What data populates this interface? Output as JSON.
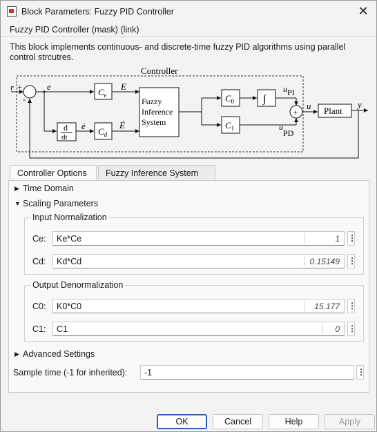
{
  "window": {
    "title": "Block Parameters: Fuzzy PID Controller",
    "close_glyph": "✕",
    "mask_title": "Fuzzy PID Controller (mask) (link)",
    "description": "This block implements continuous- and discrete-time fuzzy PID algorithms using parallel control strcutres."
  },
  "diagram": {
    "controller_label": "Controller",
    "r": "r",
    "plus": "+",
    "minus": "-",
    "e": "e",
    "e_dot": "ė",
    "E": "E",
    "E_dot": "Ė",
    "ce_main": "C",
    "ce_sub": "e",
    "cd_main": "C",
    "cd_sub": "d",
    "deriv_top": "d",
    "deriv_bottom": "dt",
    "fis_line1": "Fuzzy",
    "fis_line2": "Inference",
    "fis_line3": "System",
    "c0_main": "C",
    "c0_sub": "0",
    "c1_main": "C",
    "c1_sub": "1",
    "integral": "∫",
    "u_pi_main": "u",
    "u_pi_sub": "PI",
    "u_pd_main": "u",
    "u_pd_sub": "PD",
    "sum_plus": "+",
    "u": "u",
    "plant": "Plant",
    "y": "y"
  },
  "tabs": [
    {
      "label": "Controller Options",
      "active": true
    },
    {
      "label": "Fuzzy Inference System",
      "active": false
    }
  ],
  "sections": {
    "time_domain": "Time Domain",
    "scaling": "Scaling Parameters",
    "advanced": "Advanced Settings"
  },
  "icons": {
    "collapsed": "▶",
    "expanded": "▼",
    "more": "⋮"
  },
  "input_normalization": {
    "legend": "Input Normalization",
    "params": [
      {
        "label": "Ce:",
        "expression": "Ke*Ce",
        "value": "1"
      },
      {
        "label": "Cd:",
        "expression": "Kd*Cd",
        "value": "0.15149"
      }
    ]
  },
  "output_denormalization": {
    "legend": "Output Denormalization",
    "params": [
      {
        "label": "C0:",
        "expression": "K0*C0",
        "value": "15.177"
      },
      {
        "label": "C1:",
        "expression": "C1",
        "value": "0"
      }
    ]
  },
  "sample_time": {
    "label": "Sample time (-1 for inherited):",
    "value": "-1"
  },
  "buttons": {
    "ok": "OK",
    "cancel": "Cancel",
    "help": "Help",
    "apply": "Apply"
  }
}
